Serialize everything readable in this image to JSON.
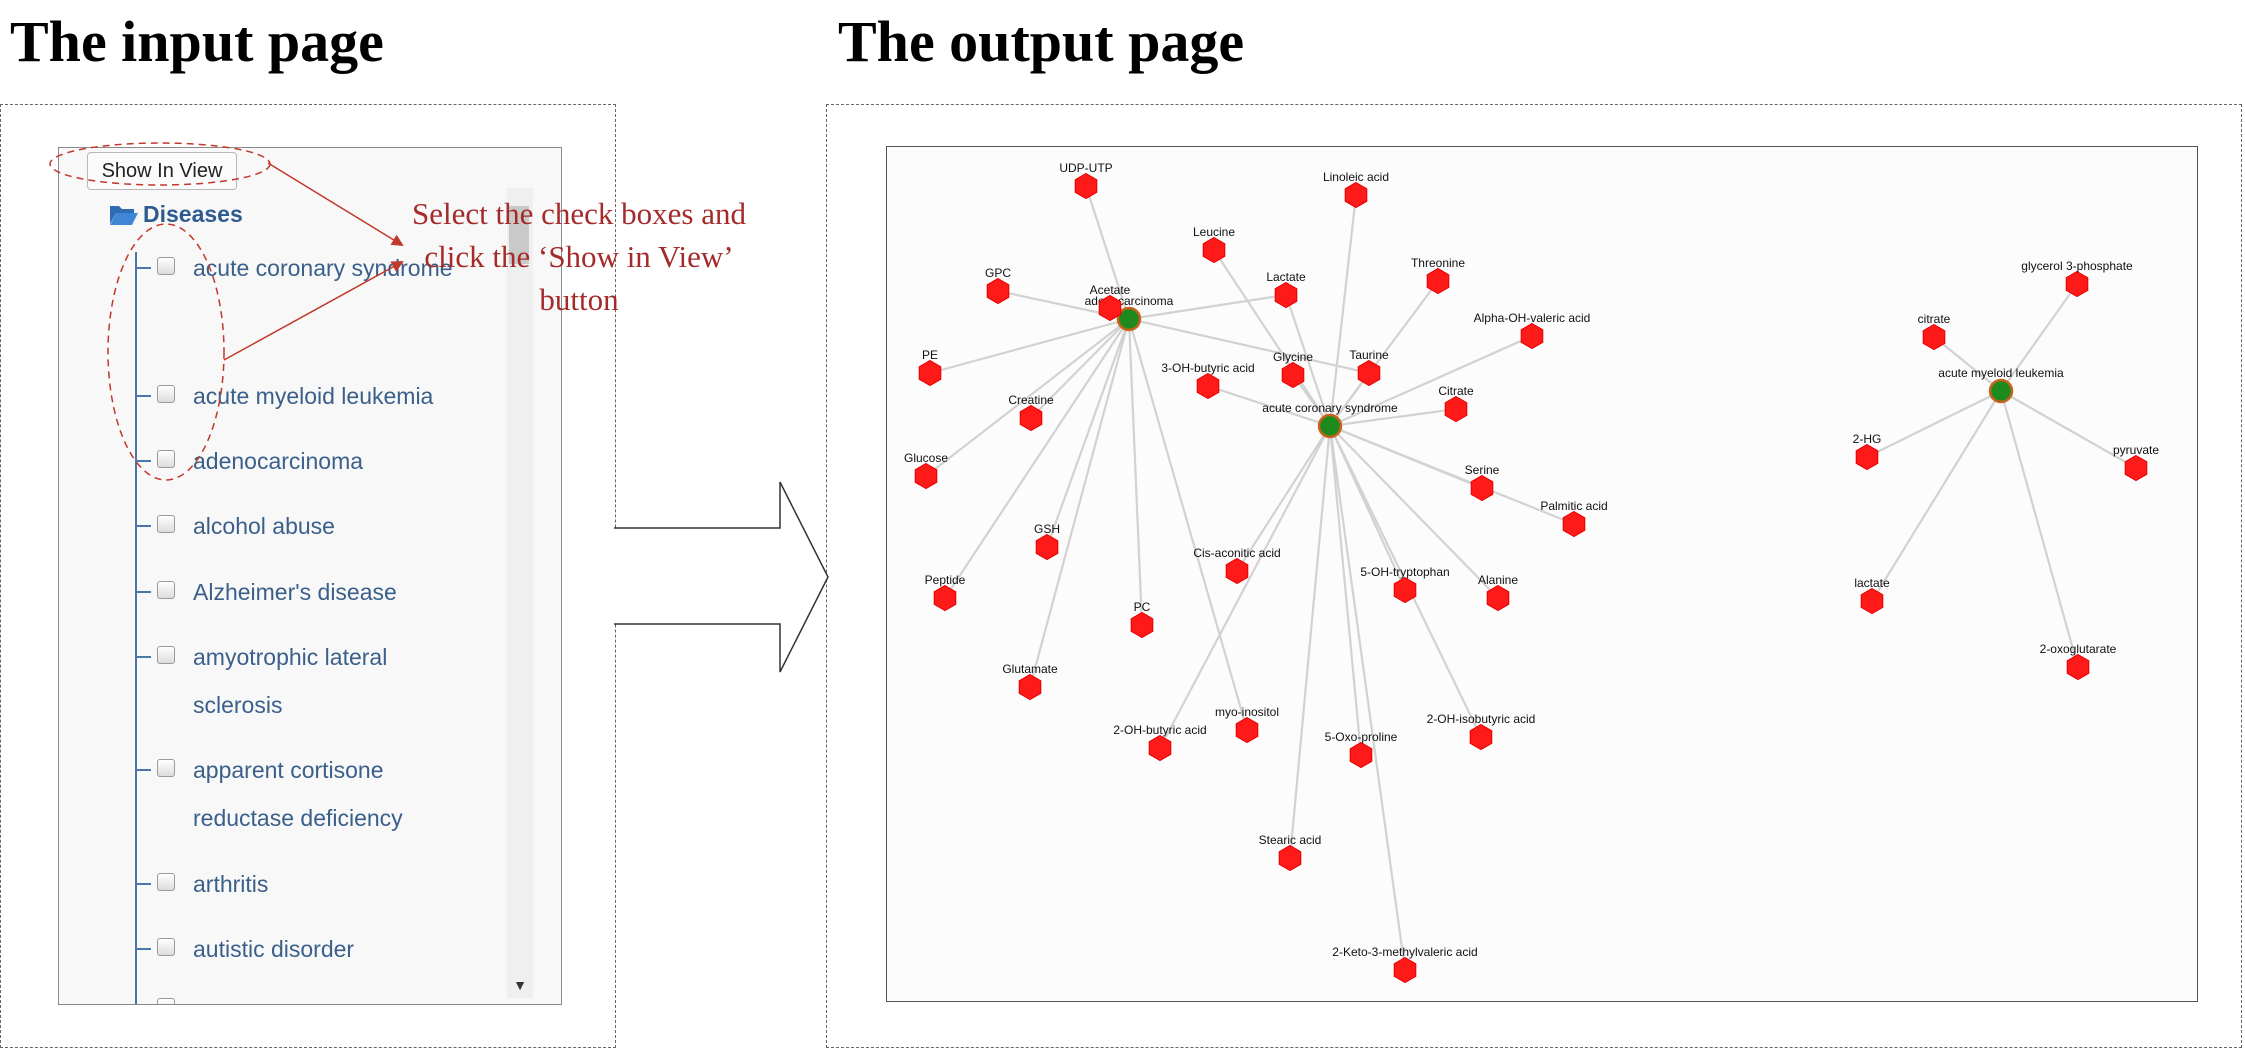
{
  "headings": {
    "input": "The input page",
    "output": "The output page"
  },
  "input_panel": {
    "show_button": "Show In View",
    "root_label": "Diseases",
    "items": [
      {
        "label": "acute coronary syndrome"
      },
      {
        "label": "acute myeloid leukemia"
      },
      {
        "label": "adenocarcinoma"
      },
      {
        "label": "alcohol abuse"
      },
      {
        "label": "Alzheimer's disease"
      },
      {
        "label": "amyotrophic lateral sclerosis"
      },
      {
        "label": "apparent cortisone reductase deficiency"
      },
      {
        "label": "arthritis"
      },
      {
        "label": "autistic disorder"
      }
    ]
  },
  "annotation": {
    "text": "Select the check boxes and click the ‘Show in View’ button",
    "color": "#a52a2a"
  },
  "network": {
    "colors": {
      "metabolite": "#ff1a1a",
      "disease": "#1e8a1e",
      "edge": "#d2d2d2"
    },
    "diseases": [
      "adenocarcinoma",
      "acute coronary syndrome",
      "acute myeloid leukemia"
    ],
    "nodes": [
      {
        "id": "d1",
        "label": "adenocarcinoma",
        "type": "disease"
      },
      {
        "id": "d2",
        "label": "acute coronary syndrome",
        "type": "disease"
      },
      {
        "id": "d3",
        "label": "acute myeloid leukemia",
        "type": "disease"
      },
      {
        "id": "m1",
        "label": "UDP-UTP",
        "type": "metabolite"
      },
      {
        "id": "m2",
        "label": "Linoleic acid",
        "type": "metabolite"
      },
      {
        "id": "m3",
        "label": "Leucine",
        "type": "metabolite"
      },
      {
        "id": "m4",
        "label": "GPC",
        "type": "metabolite"
      },
      {
        "id": "m5",
        "label": "Acetate",
        "type": "metabolite"
      },
      {
        "id": "m6",
        "label": "Lactate",
        "type": "metabolite"
      },
      {
        "id": "m7",
        "label": "Threonine",
        "type": "metabolite"
      },
      {
        "id": "m8",
        "label": "Alpha-OH-valeric acid",
        "type": "metabolite"
      },
      {
        "id": "m9",
        "label": "PE",
        "type": "metabolite"
      },
      {
        "id": "m10",
        "label": "3-OH-butyric acid",
        "type": "metabolite"
      },
      {
        "id": "m11",
        "label": "Glycine",
        "type": "metabolite"
      },
      {
        "id": "m12",
        "label": "Taurine",
        "type": "metabolite"
      },
      {
        "id": "m13",
        "label": "Creatine",
        "type": "metabolite"
      },
      {
        "id": "m14",
        "label": "Citrate",
        "type": "metabolite"
      },
      {
        "id": "m15",
        "label": "Glucose",
        "type": "metabolite"
      },
      {
        "id": "m16",
        "label": "Serine",
        "type": "metabolite"
      },
      {
        "id": "m17",
        "label": "Palmitic acid",
        "type": "metabolite"
      },
      {
        "id": "m18",
        "label": "GSH",
        "type": "metabolite"
      },
      {
        "id": "m19",
        "label": "Cis-aconitic acid",
        "type": "metabolite"
      },
      {
        "id": "m20",
        "label": "5-OH-tryptophan",
        "type": "metabolite"
      },
      {
        "id": "m21",
        "label": "Alanine",
        "type": "metabolite"
      },
      {
        "id": "m22",
        "label": "Peptide",
        "type": "metabolite"
      },
      {
        "id": "m23",
        "label": "PC",
        "type": "metabolite"
      },
      {
        "id": "m24",
        "label": "Glutamate",
        "type": "metabolite"
      },
      {
        "id": "m25",
        "label": "myo-inositol",
        "type": "metabolite"
      },
      {
        "id": "m26",
        "label": "2-OH-butyric acid",
        "type": "metabolite"
      },
      {
        "id": "m27",
        "label": "5-Oxo-proline",
        "type": "metabolite"
      },
      {
        "id": "m28",
        "label": "2-OH-isobutyric acid",
        "type": "metabolite"
      },
      {
        "id": "m29",
        "label": "Stearic acid",
        "type": "metabolite"
      },
      {
        "id": "m30",
        "label": "2-Keto-3-methylvaleric acid",
        "type": "metabolite"
      },
      {
        "id": "m31",
        "label": "glycerol 3-phosphate",
        "type": "metabolite"
      },
      {
        "id": "m32",
        "label": "citrate",
        "type": "metabolite"
      },
      {
        "id": "m33",
        "label": "2-HG",
        "type": "metabolite"
      },
      {
        "id": "m34",
        "label": "pyruvate",
        "type": "metabolite"
      },
      {
        "id": "m35",
        "label": "lactate",
        "type": "metabolite"
      },
      {
        "id": "m36",
        "label": "2-oxoglutarate",
        "type": "metabolite"
      }
    ],
    "edges": [
      [
        "d1",
        "m1"
      ],
      [
        "d1",
        "m4"
      ],
      [
        "d1",
        "m5"
      ],
      [
        "d1",
        "m9"
      ],
      [
        "d1",
        "m6"
      ],
      [
        "d1",
        "m13"
      ],
      [
        "d1",
        "m15"
      ],
      [
        "d1",
        "m12"
      ],
      [
        "d1",
        "m18"
      ],
      [
        "d1",
        "m22"
      ],
      [
        "d1",
        "m23"
      ],
      [
        "d1",
        "m24"
      ],
      [
        "d1",
        "m25"
      ],
      [
        "d2",
        "m2"
      ],
      [
        "d2",
        "m3"
      ],
      [
        "d2",
        "m6"
      ],
      [
        "d2",
        "m7"
      ],
      [
        "d2",
        "m8"
      ],
      [
        "d2",
        "m10"
      ],
      [
        "d2",
        "m11"
      ],
      [
        "d2",
        "m12"
      ],
      [
        "d2",
        "m14"
      ],
      [
        "d2",
        "m16"
      ],
      [
        "d2",
        "m17"
      ],
      [
        "d2",
        "m19"
      ],
      [
        "d2",
        "m20"
      ],
      [
        "d2",
        "m21"
      ],
      [
        "d2",
        "m26"
      ],
      [
        "d2",
        "m27"
      ],
      [
        "d2",
        "m28"
      ],
      [
        "d2",
        "m29"
      ],
      [
        "d2",
        "m30"
      ],
      [
        "d3",
        "m31"
      ],
      [
        "d3",
        "m32"
      ],
      [
        "d3",
        "m33"
      ],
      [
        "d3",
        "m34"
      ],
      [
        "d3",
        "m35"
      ],
      [
        "d3",
        "m36"
      ]
    ]
  }
}
